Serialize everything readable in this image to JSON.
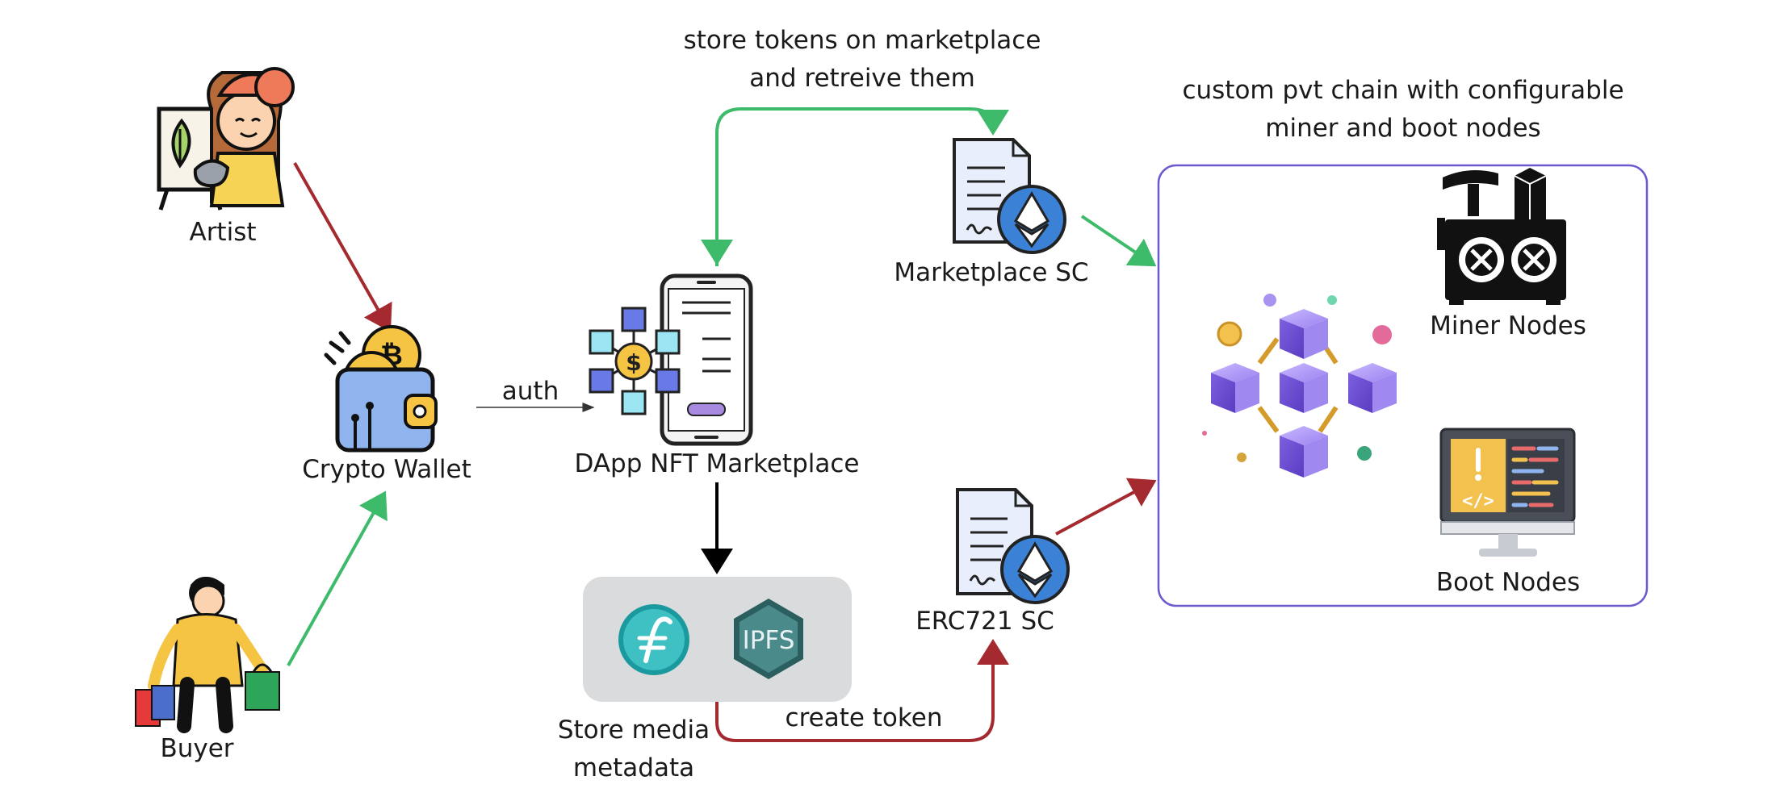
{
  "actors": {
    "artist": "Artist",
    "buyer": "Buyer"
  },
  "wallet": {
    "label": "Crypto Wallet"
  },
  "dapp": {
    "label": "DApp NFT Marketplace"
  },
  "storage": {
    "label_line1": "Store media",
    "label_line2": "metadata",
    "ipfs_text": "IPFS"
  },
  "contracts": {
    "marketplace": "Marketplace SC",
    "erc721": "ERC721 SC"
  },
  "chain": {
    "title_line1": "custom pvt chain with configurable",
    "title_line2": "miner and boot nodes",
    "miner": "Miner Nodes",
    "boot": "Boot Nodes"
  },
  "edges": {
    "auth": "auth",
    "store_line1": "store tokens on marketplace",
    "store_line2": "and retreive them",
    "create_token": "create token"
  },
  "colors": {
    "red_arrow": "#a52a2f",
    "green_arrow": "#3dba6a",
    "chain_border": "#6a5acd",
    "storage_bg": "#d9dbdd",
    "eth_blue": "#3b82d6",
    "cube_purple": "#8a6fe0"
  }
}
